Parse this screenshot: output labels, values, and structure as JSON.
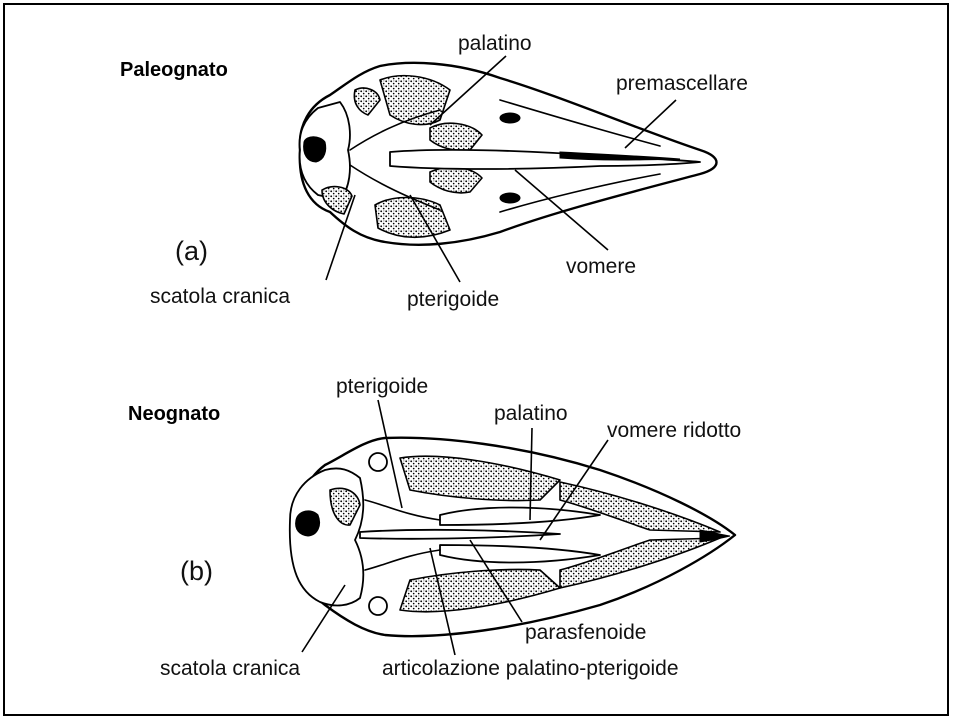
{
  "panel_a": {
    "group_label": "Paleognato",
    "panel_letter": "(a)",
    "labels": {
      "palatino": "palatino",
      "premascellare": "premascellare",
      "vomere": "vomere",
      "pterigoide": "pterigoide",
      "scatola_cranica": "scatola cranica"
    }
  },
  "panel_b": {
    "group_label": "Neognato",
    "panel_letter": "(b)",
    "labels": {
      "pterigoide": "pterigoide",
      "palatino": "palatino",
      "vomere_ridotto": "vomere ridotto",
      "parasfenoide": "parasfenoide",
      "scatola_cranica": "scatola cranica",
      "articolazione": "articolazione palatino-pterigoide"
    }
  }
}
